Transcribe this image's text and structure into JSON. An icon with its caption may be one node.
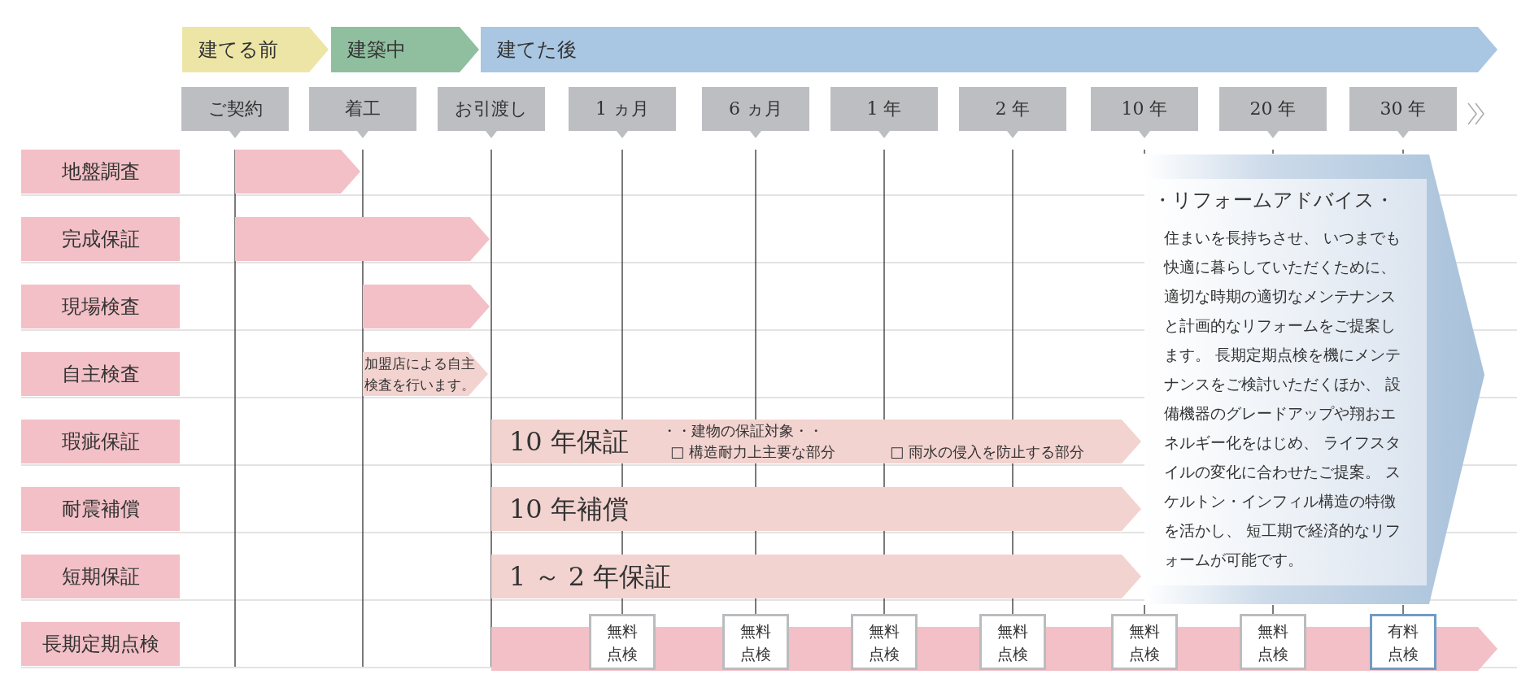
{
  "diagram": {
    "nodes": [
      {
        "text": [
          "建てる前"
        ]
      },
      {
        "text": [
          "建築中"
        ]
      },
      {
        "text": [
          "建てた後"
        ]
      },
      {
        "text": [
          "ご契約"
        ]
      },
      {
        "text": [
          "着工"
        ]
      },
      {
        "text": [
          "お引渡し"
        ]
      },
      {
        "text": [
          "1 ヵ月"
        ]
      },
      {
        "text": [
          "6 ヵ月"
        ]
      },
      {
        "text": [
          "1 年"
        ]
      },
      {
        "text": [
          "2 年"
        ]
      },
      {
        "text": [
          "10 年"
        ]
      },
      {
        "text": [
          "20 年"
        ]
      },
      {
        "text": [
          "30 年"
        ]
      },
      {
        "text": [
          "地盤調査"
        ]
      },
      {
        "text": [
          "完成保証"
        ]
      },
      {
        "text": [
          "現場検査"
        ]
      },
      {
        "text": [
          "自主検査"
        ]
      },
      {
        "text": [
          "瑕疵保証"
        ]
      },
      {
        "text": [
          "耐震補償"
        ]
      },
      {
        "text": [
          "短期保証"
        ]
      },
      {
        "text": [
          "長期定期点検"
        ]
      },
      {
        "text": [],
        "shape": "bar"
      },
      {
        "text": [],
        "shape": "bar"
      },
      {
        "text": [],
        "shape": "bar"
      },
      {
        "text": [
          "加盟店による自主検査を行います。"
        ]
      },
      {
        "text": [
          "10 年保証",
          "・・建物の保証対象・・",
          "□ 構造耐力上主要な部分",
          "□ 雨水の侵入を防止する部分"
        ]
      },
      {
        "text": [
          "10 年補償"
        ]
      },
      {
        "text": [
          "1 ～ 2 年保証"
        ]
      },
      {
        "text": [],
        "shape": "bar"
      },
      {
        "text": [
          "無料点検"
        ]
      },
      {
        "text": [
          "無料点検"
        ]
      },
      {
        "text": [
          "無料点検"
        ]
      },
      {
        "text": [
          "無料点検"
        ]
      },
      {
        "text": [
          "無料点検"
        ]
      },
      {
        "text": [
          "無料点検"
        ]
      },
      {
        "text": [
          "有料点検"
        ]
      },
      {
        "text": [
          "・リフォームアドバイス・",
          "住まいを長持ちさせ、 いつまでも快適に暮らしていただくために、適切な時期の適切なメンテナンスと計画的なリフォームをご提案します。 長期定期点検を機にメンテナンスをご検討いただくほか、 設備機器のグレードアップや翔おエネルギー化をはじめ、 ライフスタイルの変化に合わせたご提案。 スケルトン・インフィル構造の特徴を活かし、 短工期で経済的なリフォームが可能です。"
        ]
      }
    ]
  }
}
